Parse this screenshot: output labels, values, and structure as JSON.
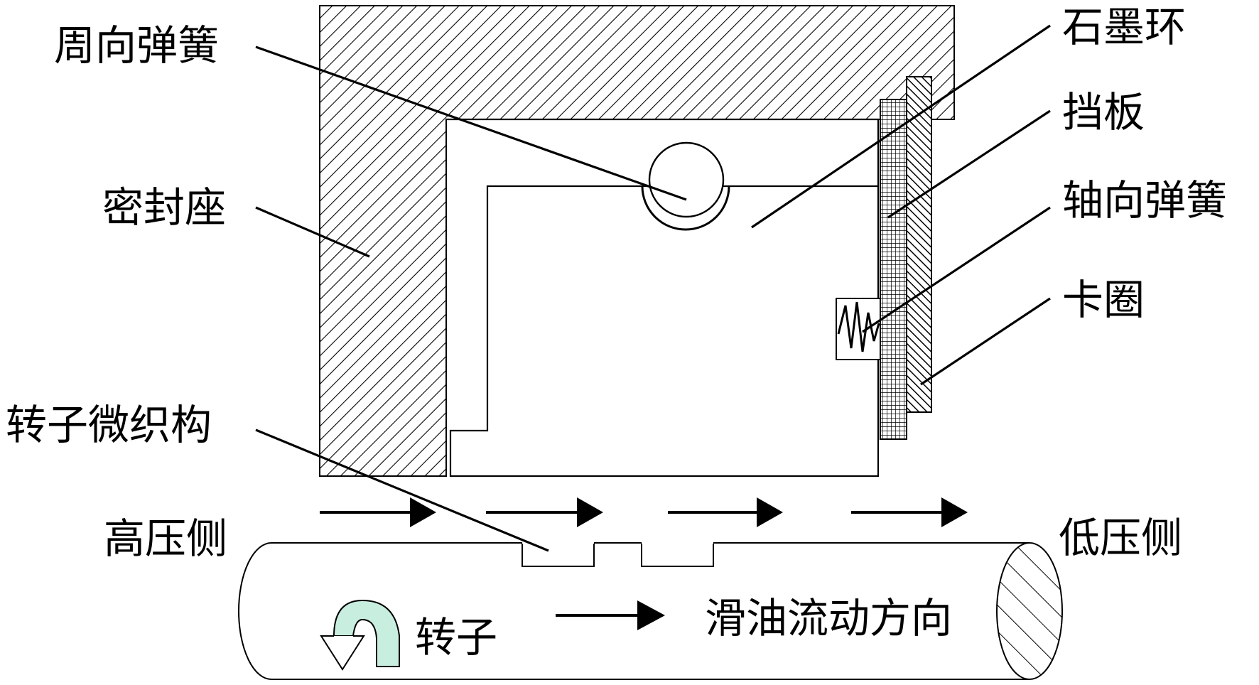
{
  "labels": {
    "circumferential_spring": "周向弹簧",
    "seal_seat": "密封座",
    "rotor_microtexture": "转子微织构",
    "high_pressure_side": "高压侧",
    "graphite_ring": "石墨环",
    "baffle": "挡板",
    "axial_spring": "轴向弹簧",
    "snap_ring": "卡圈",
    "low_pressure_side": "低压侧",
    "rotor": "转子",
    "oil_flow_direction": "滑油流动方向"
  },
  "colors": {
    "line": "#000000",
    "background": "#ffffff",
    "rotation_arrow_fill": "#c8eee0"
  }
}
